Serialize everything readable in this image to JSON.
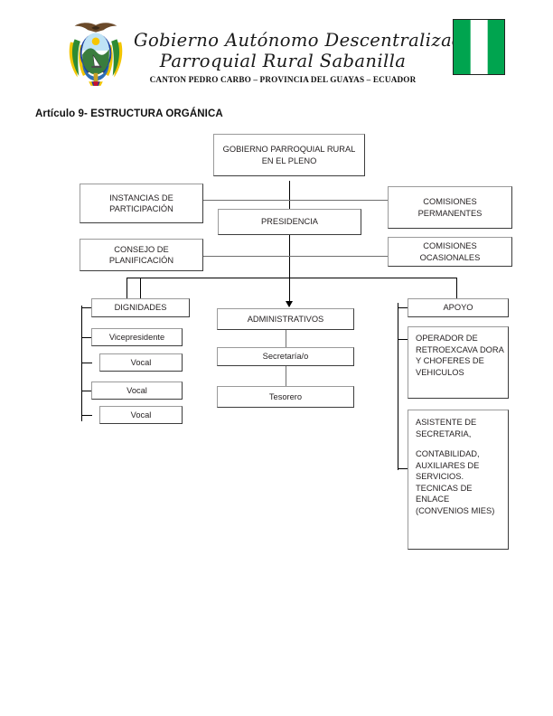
{
  "letterhead": {
    "crest_icon": "ecuador-coat-of-arms",
    "line1": "Gobierno Autónomo Descentralizado",
    "line2": "Parroquial Rural Sabanilla",
    "line3": "CANTON PEDRO CARBO – PROVINCIA DEL GUAYAS – ECUADOR",
    "flag_icon": "pedro-carbo-flag",
    "flag_colors": {
      "green": "#00a44f",
      "white": "#ffffff"
    }
  },
  "section": {
    "title": "Artículo 9- ESTRUCTURA ORGÁNICA"
  },
  "chart_data": {
    "type": "diagram",
    "title": "Artículo 9- ESTRUCTURA ORGÁNICA",
    "nodes": {
      "pleno": "GOBIERNO PARROQUIAL RURAL EN EL PLENO",
      "instancias": "INSTANCIAS DE PARTICIPACIÓN",
      "consejo": "CONSEJO DE PLANIFICACIÓN",
      "presidencia": "PRESIDENCIA",
      "comisiones_permanentes": "COMISIONES PERMANENTES",
      "comisiones_ocasionales": "COMISIONES OCASIONALES",
      "dignidades": "DIGNIDADES",
      "vicepresidente": "Vicepresidente",
      "vocal_1": "Vocal",
      "vocal_2": "Vocal",
      "vocal_3": "Vocal",
      "administrativos": "ADMINISTRATIVOS",
      "secretaria": "Secretaría/o",
      "tesorero": "Tesorero",
      "apoyo": "APOYO",
      "operador": "OPERADOR DE RETROEXCAVA DORA Y CHOFERES DE VEHICULOS",
      "asistente_line1": "ASISTENTE DE SECRETARIA,",
      "asistente_line2": "CONTABILIDAD, AUXILIARES DE SERVICIOS. TECNICAS DE ENLACE (CONVENIOS MIES)"
    }
  }
}
